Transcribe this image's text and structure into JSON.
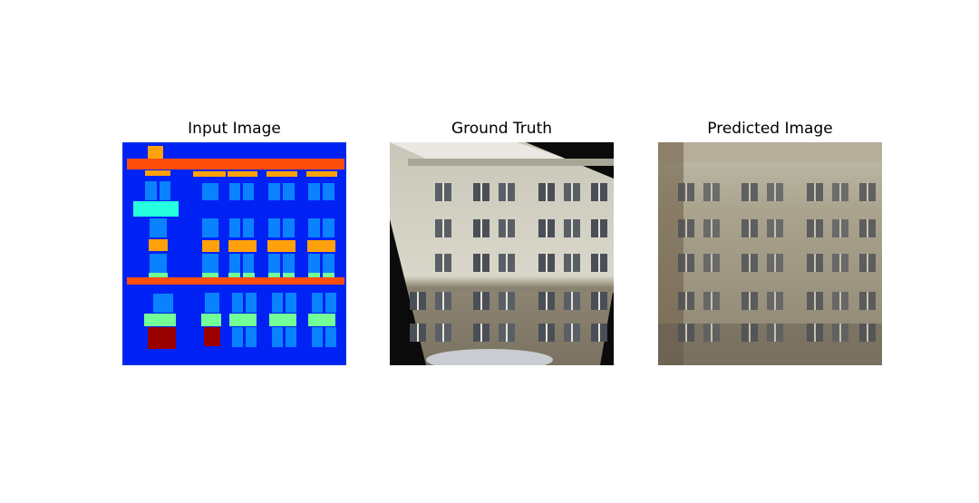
{
  "panels": [
    {
      "id": "input",
      "title": "Input Image"
    },
    {
      "id": "truth",
      "title": "Ground Truth"
    },
    {
      "id": "pred",
      "title": "Predicted Image"
    }
  ],
  "colors": {
    "input_background": "#0022f5",
    "input_frame": "#0b30e8",
    "cornice": "#ff4e0c",
    "window": "#0a82ff",
    "sill_yellow": "#ffa10a",
    "balcony_cyan": "#25ffdf",
    "balcony_green": "#72ff96",
    "door_red": "#9a0000",
    "facade_light": "#d8d6c8",
    "facade_dark": "#8a8270",
    "truth_shadow": "#0b0b0b",
    "pred_facade": "#a69c86"
  }
}
